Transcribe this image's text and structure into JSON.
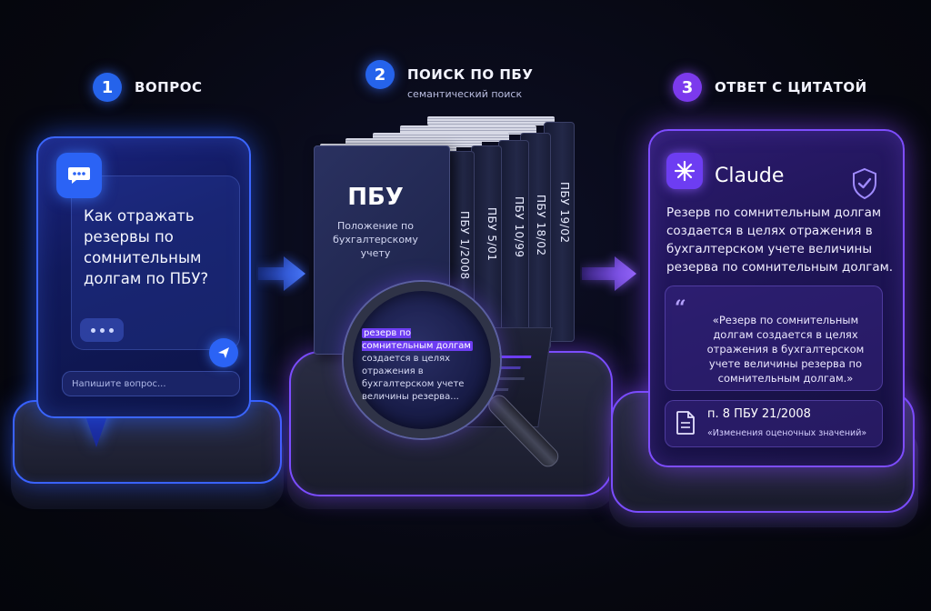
{
  "steps": [
    {
      "number": "1",
      "title": "ВОПРОС",
      "subtitle": ""
    },
    {
      "number": "2",
      "title": "ПОИСК ПО ПБУ",
      "subtitle": "семантический поиск"
    },
    {
      "number": "3",
      "title": "ОТВЕТ С ЦИТАТОЙ",
      "subtitle": ""
    }
  ],
  "chat": {
    "question": "Как отражать резервы по сомнительным долгам по ПБУ?",
    "input_placeholder": "Напишите вопрос..."
  },
  "search": {
    "front_book_title": "ПБУ",
    "front_book_subtitle": "Положение по бухгалтерскому учету",
    "spines": [
      "ПБУ 1/2008",
      "ПБУ 5/01",
      "ПБУ 10/99",
      "ПБУ 18/02",
      "ПБУ 19/02"
    ],
    "highlight": "резерв по сомнительным долгам",
    "magnified_rest": "создается в целях отражения в бухгалтерском учете величины резерва..."
  },
  "answer": {
    "brand": "Claude",
    "text": "Резерв по сомнительным долгам создается в целях отражения в бухгалтерском учете величины резерва по сомнительным долгам.",
    "quote": "«Резерв по сомнительным долгам создается в целях отражения в бухгалтерском учете величины резерва по сомнительным долгам.»",
    "citation": "п. 8 ПБУ 21/2008",
    "citation_source": "«Изменения оценочных значений»"
  },
  "colors": {
    "step1_accent": "#2563eb",
    "step2_accent": "#2563eb",
    "step3_accent": "#7c3aed",
    "highlight": "#6d3df2"
  }
}
